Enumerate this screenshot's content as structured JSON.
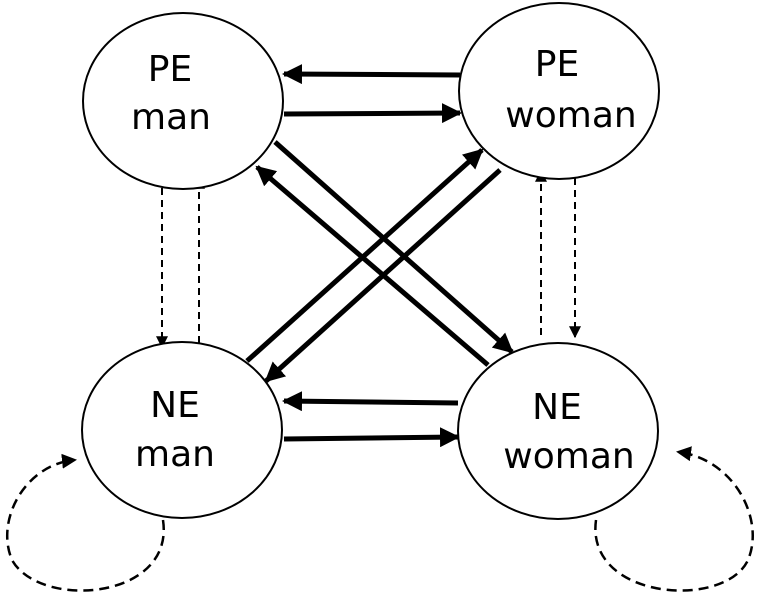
{
  "nodes": {
    "pe_man": {
      "line1": "PE",
      "line2": "man"
    },
    "pe_woman": {
      "line1": "PE",
      "line2": "woman"
    },
    "ne_man": {
      "line1": "NE",
      "line2": "man"
    },
    "ne_woman": {
      "line1": "NE",
      "line2": "woman"
    }
  },
  "colors": {
    "stroke": "#000000",
    "fill": "#ffffff"
  }
}
